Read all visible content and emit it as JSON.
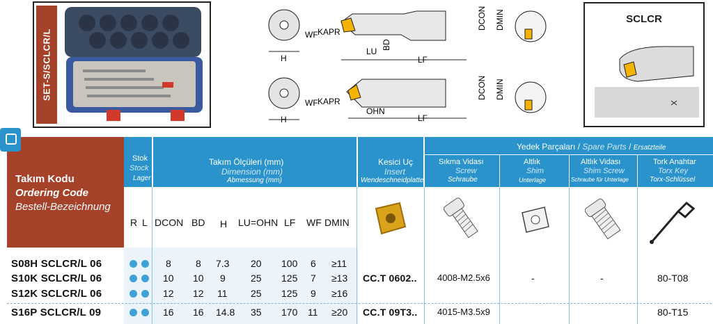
{
  "set_label": "SET-S/SCLCR/L",
  "sclcr_title": "SCLCR",
  "diagram_labels": {
    "wf": "WF",
    "kapr": "KAPR",
    "lu": "LU",
    "bd": "BD",
    "lf": "LF",
    "dcon": "DCON",
    "dmin": "DMIN",
    "h": "H",
    "ohn": "OHN"
  },
  "header": {
    "ordering": [
      "Takım Kodu",
      "Ordering Code",
      "Bestell-Bezeichnung"
    ],
    "stock": [
      "Stok",
      "Stock",
      "Lager"
    ],
    "dimension": [
      "Takım Ölçüleri (mm)",
      "Dimension (mm)",
      "Abmessung (mm)"
    ],
    "insert": [
      "Kesici Uç",
      "Insert",
      "Wendeschneidplatte"
    ],
    "spare_parts": [
      "Yedek Parçaları",
      "Spare Parts",
      "Ersatzteile"
    ],
    "screw": [
      "Sıkma Vidası",
      "Screw",
      "Schraube"
    ],
    "shim": [
      "Altlık",
      "Shim",
      "Unterlage"
    ],
    "shim_screw": [
      "Altlık Vidası",
      "Shim Screw",
      "Schraube für Unterlage"
    ],
    "torx": [
      "Tork Anahtar",
      "Torx Key",
      "Torx-Schlüssel"
    ],
    "sep": "/"
  },
  "columns": [
    "R",
    "L",
    "DCON",
    "BD",
    "H",
    "LU=OHN",
    "LF",
    "WF",
    "DMIN"
  ],
  "rows": [
    {
      "code": "S08H SCLCR/L 06",
      "dcon": "8",
      "bd": "8",
      "h": "7.3",
      "lu": "20",
      "lf": "100",
      "wf": "6",
      "dmin": "≥11"
    },
    {
      "code": "S10K SCLCR/L 06",
      "dcon": "10",
      "bd": "10",
      "h": "9",
      "lu": "25",
      "lf": "125",
      "wf": "7",
      "dmin": "≥13"
    },
    {
      "code": "S12K SCLCR/L 06",
      "dcon": "12",
      "bd": "12",
      "h": "11",
      "lu": "25",
      "lf": "125",
      "wf": "9",
      "dmin": "≥16"
    },
    {
      "code": "S16P SCLCR/L 09",
      "dcon": "16",
      "bd": "16",
      "h": "14.8",
      "lu": "35",
      "lf": "170",
      "wf": "11",
      "dmin": "≥20"
    }
  ],
  "group_06": {
    "insert": "CC.T 0602..",
    "screw": "4008-M2.5x6",
    "shim": "-",
    "shim_screw": "-",
    "torx": "80-T08"
  },
  "group_09": {
    "insert": "CC.T 09T3..",
    "screw": "4015-M3.5x9",
    "torx": "80-T15"
  },
  "colors": {
    "header_blue": "#2a93cc",
    "code_brown": "#a6412a",
    "stock_dot": "#3ea2d9",
    "insert_gold": "#d9a21a"
  }
}
